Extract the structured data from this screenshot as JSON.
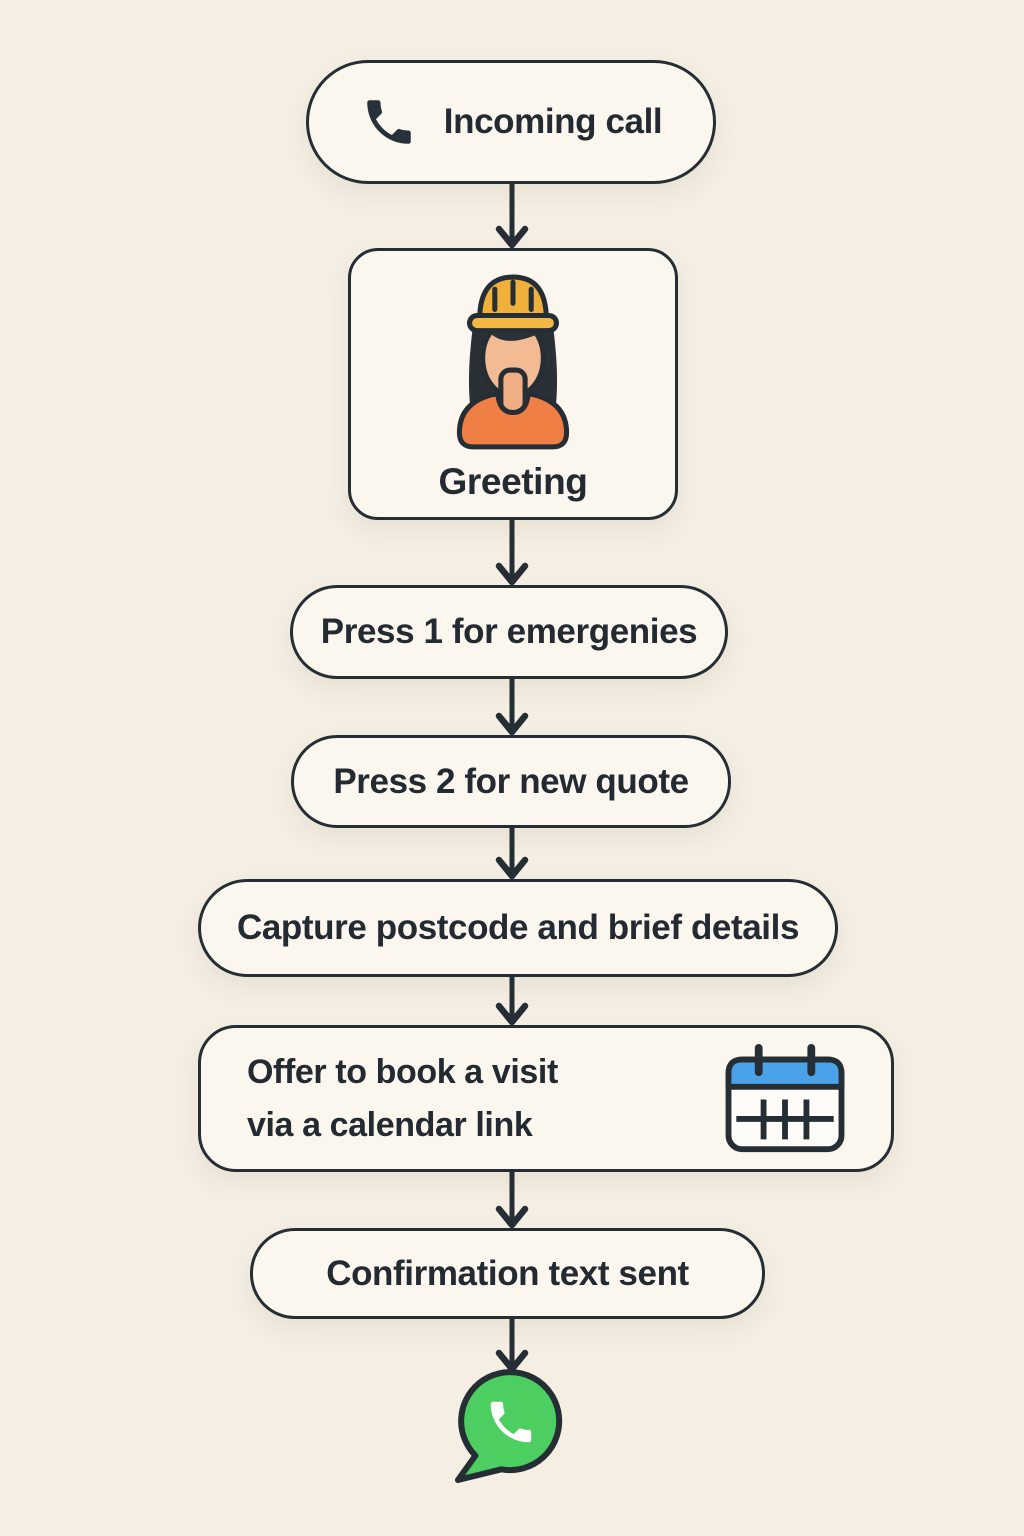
{
  "colors": {
    "page-bg": "#f4eee3",
    "node-fill": "#fbf7ef",
    "stroke": "#262e35",
    "text": "#232a31",
    "icon-dark": "#27313a",
    "hat-yellow": "#f0b03a",
    "hat-brim": "#f3b843",
    "hair-dark": "#2b3036",
    "skin": "#f2bb93",
    "skin-shadow": "#efae84",
    "shirt-orange": "#ef7f45",
    "calendar-blue": "#4aa2e9",
    "calendar-body": "#fdfcf9",
    "whatsapp-green": "#4ccf60",
    "white": "#ffffff"
  },
  "flow": {
    "title": "Incoming call handling flowchart",
    "nodes": [
      {
        "id": "incoming-call",
        "label": "Incoming call",
        "icon": "phone-icon"
      },
      {
        "id": "greeting",
        "label": "Greeting",
        "icon": "builder-avatar"
      },
      {
        "id": "press-1",
        "label": "Press 1 for emergenies"
      },
      {
        "id": "press-2",
        "label": "Press 2 for new quote"
      },
      {
        "id": "capture-details",
        "label": "Capture postcode and brief details"
      },
      {
        "id": "offer-booking",
        "label_line1": "Offer to book a visit",
        "label_line2": "via a calendar link",
        "icon": "calendar-icon"
      },
      {
        "id": "confirmation",
        "label": "Confirmation text sent"
      },
      {
        "id": "whatsapp",
        "icon": "whatsapp-icon"
      }
    ]
  }
}
